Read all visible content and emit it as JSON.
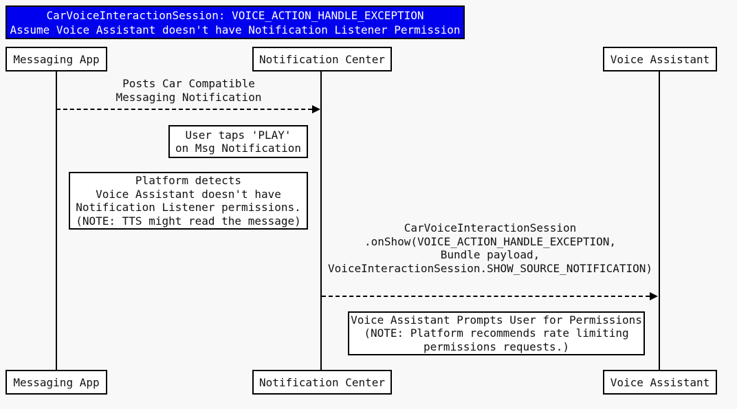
{
  "title": {
    "line1": "CarVoiceInteractionSession: VOICE_ACTION_HANDLE_EXCEPTION",
    "line2": "Assume Voice Assistant doesn't have Notification Listener Permission"
  },
  "actors": [
    {
      "name": "Messaging App"
    },
    {
      "name": "Notification Center"
    },
    {
      "name": "Voice Assistant"
    }
  ],
  "messages": [
    {
      "from": "Messaging App",
      "to": "Notification Center",
      "line_style": "dashed-arrow",
      "label": "Posts Car Compatible\nMessaging Notification"
    },
    {
      "from": "Notification Center",
      "to": "Voice Assistant",
      "line_style": "dashed-arrow",
      "label": "CarVoiceInteractionSession\n.onShow(VOICE_ACTION_HANDLE_EXCEPTION,\nBundle payload,\nVoiceInteractionSession.SHOW_SOURCE_NOTIFICATION)"
    }
  ],
  "notes": [
    {
      "label": "User taps 'PLAY'\non Msg Notification"
    },
    {
      "label": "Platform detects\nVoice Assistant doesn't have\nNotification Listener permissions.\n(NOTE: TTS might read the message)"
    },
    {
      "label": "Voice Assistant Prompts User for Permissions\n(NOTE: Platform recommends rate limiting\npermissions requests.)"
    }
  ],
  "colors": {
    "title_bg": "#0000ee",
    "title_text": "#ffffff",
    "box_bg": "#ffffff",
    "line": "#000000",
    "page_bg": "#f8f8f8"
  }
}
